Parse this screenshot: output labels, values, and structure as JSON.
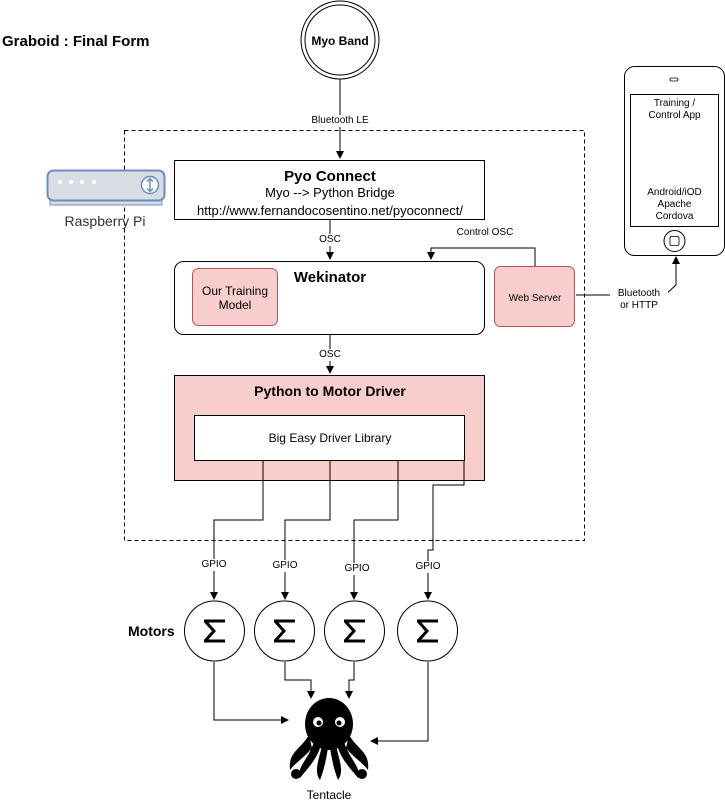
{
  "title": "Graboid : Final Form",
  "myo_band": {
    "label": "Myo Band"
  },
  "edges": {
    "bluetooth_le": "Bluetooth LE",
    "osc_1": "OSC",
    "control_osc": "Control OSC",
    "osc_2": "OSC",
    "bluetooth_http": [
      "Bluetooth",
      "or HTTP"
    ],
    "gpio": [
      "GPIO",
      "GPIO",
      "GPIO",
      "GPIO"
    ]
  },
  "raspberry_pi": {
    "label": "Raspberry Pi"
  },
  "pyo_connect": {
    "title": "Pyo Connect",
    "subtitle": "Myo --> Python Bridge",
    "url": "http://www.fernandocosentino.net/pyoconnect/"
  },
  "wekinator": {
    "title": "Wekinator",
    "model": [
      "Our Training",
      "Model"
    ]
  },
  "web_server": {
    "label": "Web Server"
  },
  "phone": {
    "app_label": [
      "Training /",
      "Control App"
    ],
    "platform": [
      "Android/iOD",
      "Apache",
      "Cordova"
    ]
  },
  "motor_driver": {
    "title": "Python to Motor Driver",
    "library": "Big Easy Driver Library"
  },
  "motors": {
    "label": "Motors",
    "count": 4
  },
  "tentacle": {
    "label": "Tentacle"
  },
  "colors": {
    "pink_fill": "#f8cecc",
    "pink_stroke": "#b85450",
    "pi_body": "#d8dde3",
    "pi_stroke": "#6c8ebf"
  }
}
